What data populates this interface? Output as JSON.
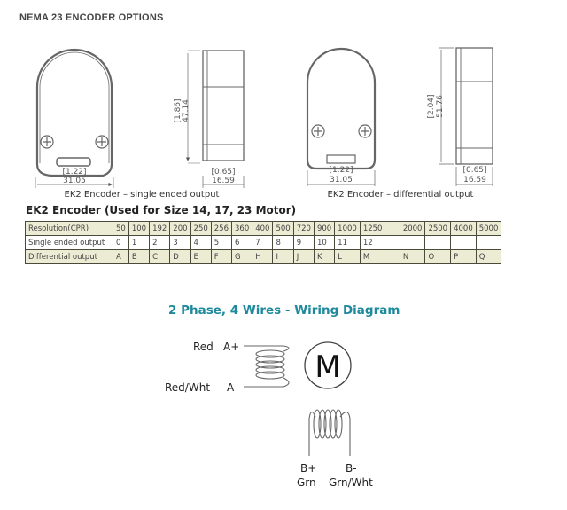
{
  "page": {
    "title": "NEMA 23 ENCODER OPTIONS"
  },
  "drawings": {
    "single": {
      "caption": "EK2 Encoder – single ended output",
      "front_width_in": "[1.22]",
      "front_width_mm": "31.05",
      "side_height_in": "[1.86]",
      "side_height_mm": "47.14",
      "side_depth_in": "[0.65]",
      "side_depth_mm": "16.59"
    },
    "differential": {
      "caption": "EK2 Encoder – differential output",
      "front_width_in": "[1.22]",
      "front_width_mm": "31.05",
      "side_height_in": "[2.04]",
      "side_height_mm": "51.76",
      "side_depth_in": "[0.65]",
      "side_depth_mm": "16.59"
    }
  },
  "table": {
    "title": "EK2 Encoder (Used for Size 14, 17, 23 Motor)",
    "rows": [
      {
        "label": "Resolution(CPR)",
        "cells": [
          "50",
          "100",
          "192",
          "200",
          "250",
          "256",
          "360",
          "400",
          "500",
          "720",
          "900",
          "1000",
          "1250",
          "2000",
          "2500",
          "4000",
          "5000"
        ]
      },
      {
        "label": "Single ended output",
        "cells": [
          "0",
          "1",
          "2",
          "3",
          "4",
          "5",
          "6",
          "7",
          "8",
          "9",
          "10",
          "11",
          "12",
          "",
          "",
          "",
          ""
        ]
      },
      {
        "label": "Differential output",
        "cells": [
          "A",
          "B",
          "C",
          "D",
          "E",
          "F",
          "G",
          "H",
          "I",
          "J",
          "K",
          "L",
          "M",
          "N",
          "O",
          "P",
          "Q"
        ]
      }
    ]
  },
  "wiring": {
    "title": "2 Phase, 4 Wires - Wiring Diagram",
    "motor_symbol": "M",
    "phase_a": {
      "plus_label": "A+",
      "plus_color": "Red",
      "minus_label": "A-",
      "minus_color": "Red/Wht"
    },
    "phase_b": {
      "plus_label": "B+",
      "plus_color": "Grn",
      "minus_label": "B-",
      "minus_color": "Grn/Wht"
    }
  },
  "colors": {
    "table_header_bg": "#ecebd3",
    "table_border": "#4a4a3a",
    "wiring_title": "#1f8a9c"
  }
}
